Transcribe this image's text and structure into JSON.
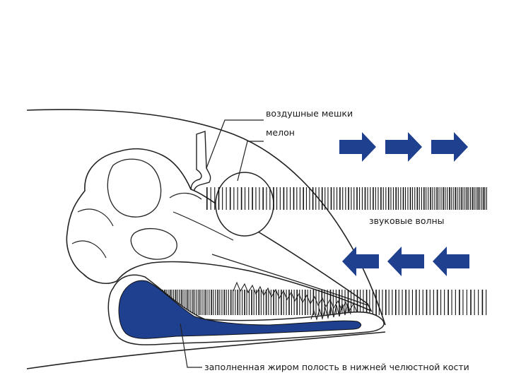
{
  "labels": {
    "air_sacs": "воздушные мешки",
    "melon": "мелон",
    "sound_waves": "звуковые волны",
    "fat_cavity": "заполненная жиром полость в нижней челюстной кости"
  },
  "colors": {
    "accent_blue": "#1f3f8f",
    "outline": "#222222",
    "background": "#ffffff"
  },
  "arrows": {
    "outgoing": [
      "arrow-right",
      "arrow-right",
      "arrow-right"
    ],
    "incoming": [
      "arrow-left",
      "arrow-left",
      "arrow-left"
    ]
  }
}
